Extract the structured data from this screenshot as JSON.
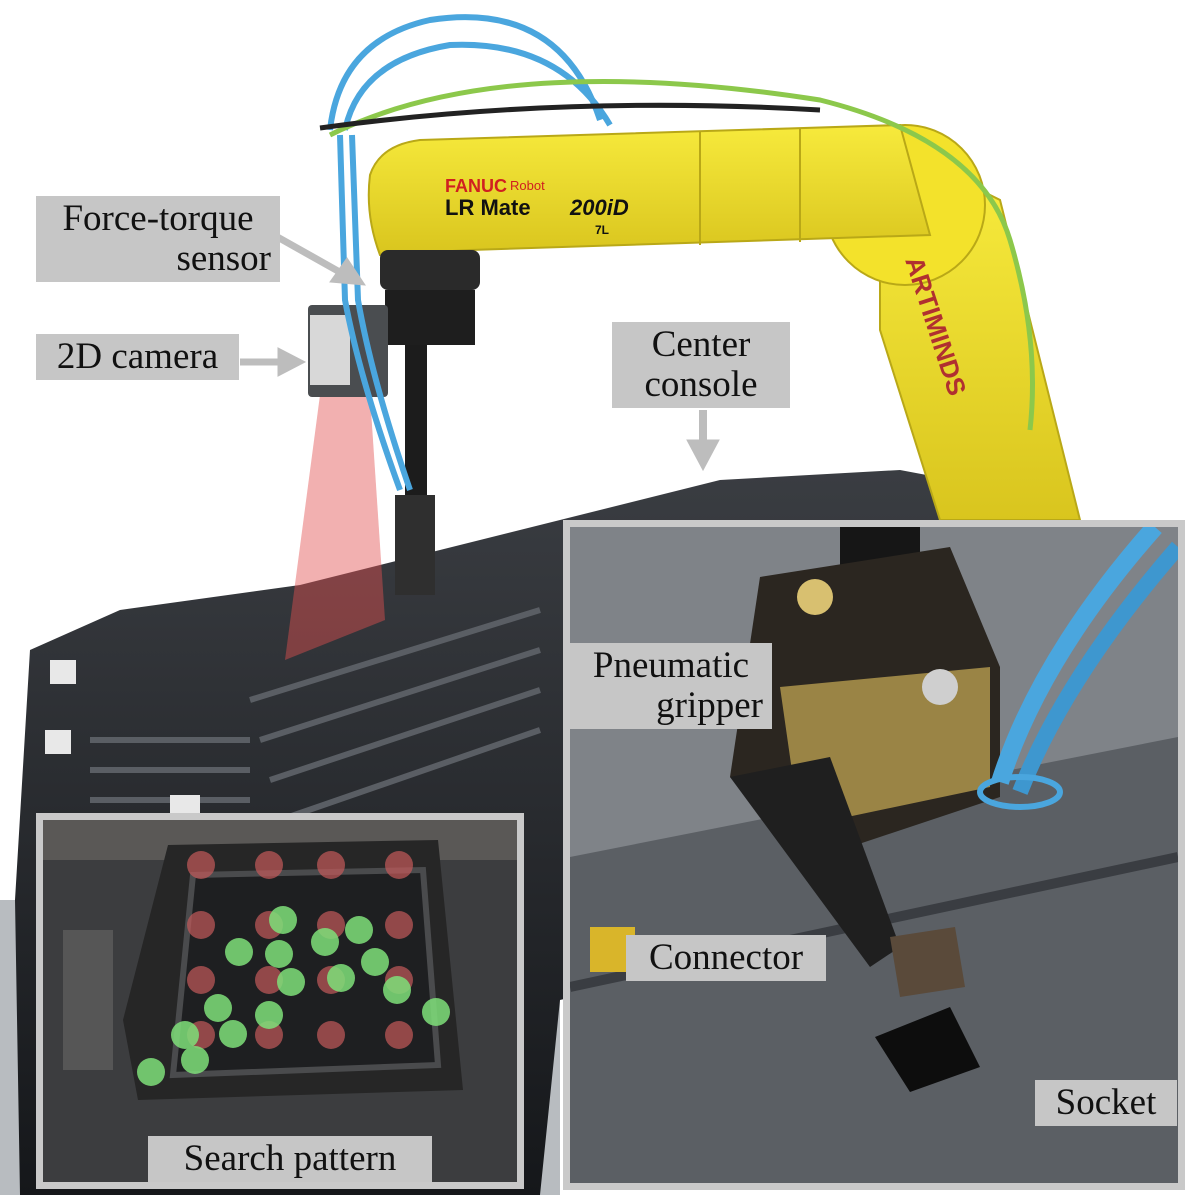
{
  "robot": {
    "brand": "FANUC",
    "brand_suffix": "Robot",
    "model": "LR Mate",
    "model_number": "200iD",
    "model_variant": "7L",
    "decal": "ARTIMINDS"
  },
  "labels": {
    "force_torque": [
      "Force-torque",
      "sensor"
    ],
    "camera": "2D camera",
    "center_console": [
      "Center",
      "console"
    ],
    "pneumatic_gripper": [
      "Pneumatic",
      "gripper"
    ],
    "connector": "Connector",
    "socket": "Socket",
    "search_pattern": "Search pattern"
  },
  "colors": {
    "robot_yellow": "#f2e12a",
    "label_bg": "#c6c6c6",
    "arrow": "#bdbdbd",
    "inset_border": "#c9c9c9",
    "search_point_tested": "#c45a5a",
    "search_point_success": "#7fe07a",
    "cable_blue": "#4aa6de",
    "cable_green": "#8cc84b",
    "camera_fov": "#e25050"
  }
}
